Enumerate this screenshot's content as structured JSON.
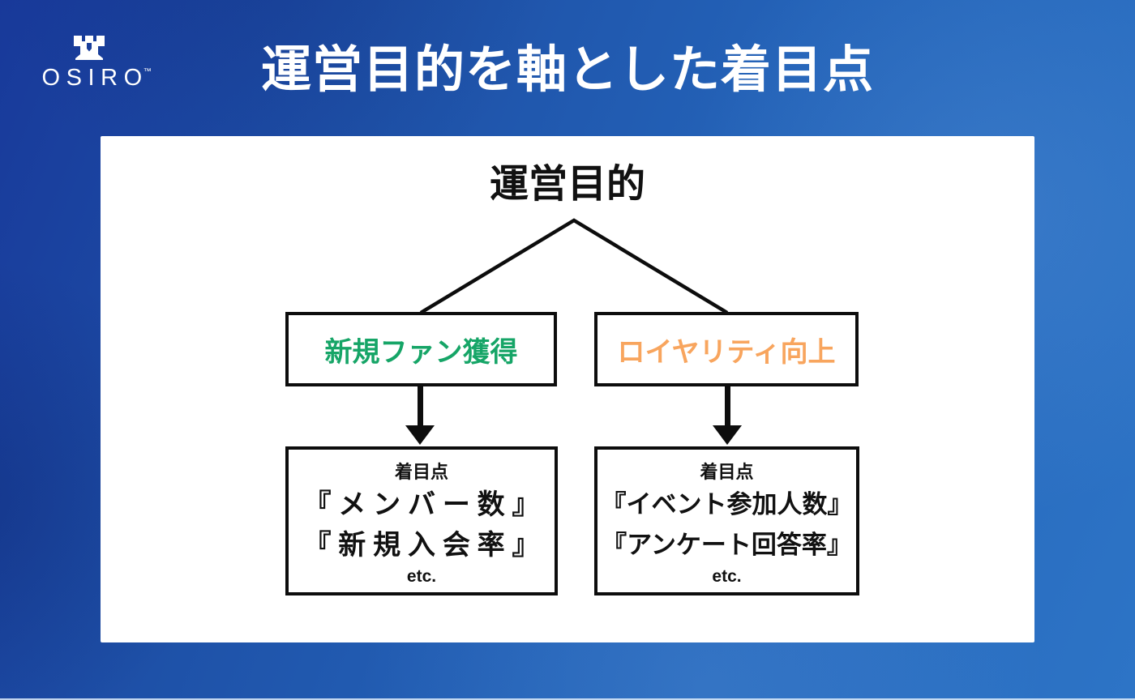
{
  "brand": {
    "name": "OSIRO",
    "tm": "™"
  },
  "header": {
    "title": "運営目的を軸とした着目点"
  },
  "diagram": {
    "root_label": "運営目的",
    "branches": [
      {
        "label": "新規ファン獲得",
        "accent_color": "#16a567",
        "focus": {
          "heading": "着目点",
          "items": [
            "『メンバー数』",
            "『新規入会率』"
          ],
          "etc_label": "etc."
        }
      },
      {
        "label": "ロイヤリティ向上",
        "accent_color": "#f8a55e",
        "focus": {
          "heading": "着目点",
          "items": [
            "『イベント参加人数』",
            "『アンケート回答率』"
          ],
          "etc_label": "etc."
        }
      }
    ]
  },
  "colors": {
    "background_gradient_start": "#18399a",
    "background_gradient_end": "#2d74c6",
    "card_background": "#ffffff",
    "diagram_line": "#0d0d0d",
    "title_text": "#ffffff",
    "accent_green": "#16a567",
    "accent_orange": "#f8a55e"
  }
}
